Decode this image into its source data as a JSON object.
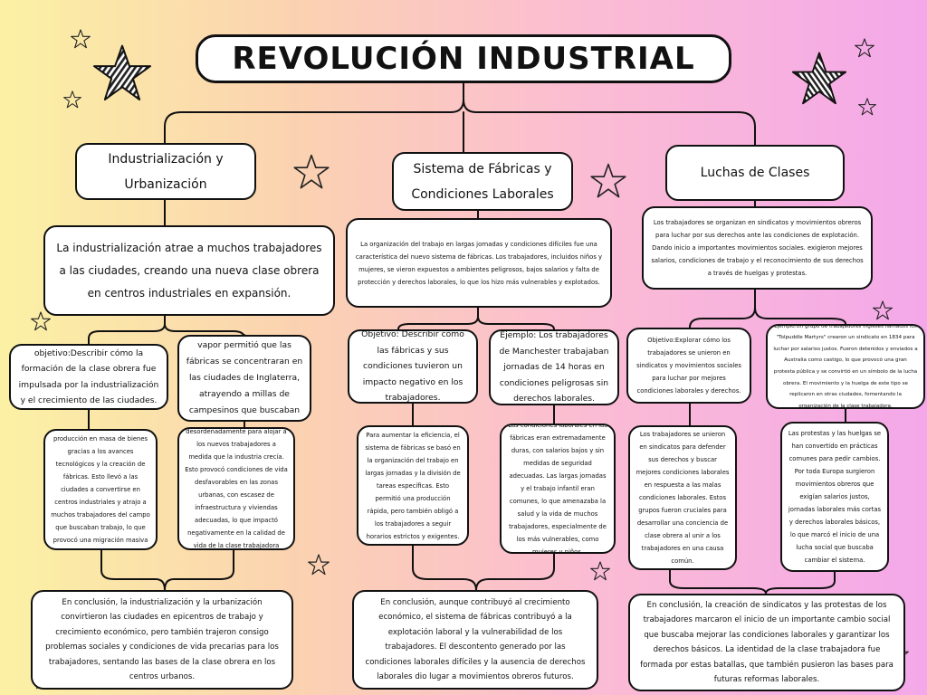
{
  "title": "REVOLUCIÓN INDUSTRIAL",
  "colors": {
    "background_start": "#fbf1a4",
    "background_end": "#f4a8ea",
    "box_fill": "#ffffff",
    "line": "#111111"
  },
  "icons": [
    "star-icon",
    "striped-star-icon"
  ],
  "columns": [
    {
      "header": "Industrialización y Urbanización",
      "summary": "La industrialización atrae a muchos trabajadores a las ciudades, creando una nueva clase obrera en centros industriales en expansión.",
      "objective": "objetivo:Describir cómo la formación de la clase obrera fue impulsada por la industrialización y el crecimiento de las ciudades.",
      "example": "Ejemplo: La máquina de vapor permitió que las fábricas se concentraran en las ciudades de Inglaterra, atrayendo a millas de campesinos que buscaban trabajo.",
      "detail_left": "La industrialización permitió la producción en masa de bienes gracias a los avances tecnológicos y la creación de fábricas. Esto llevó a las ciudades a convertirse en centros industriales y atrajo a muchos trabajadores del campo que buscaban trabajo, lo que provocó una migración masiva y un rápido crecimiento urbano.",
      "detail_right": "Las ciudades se expandieron desordenadamente para alojar a los nuevos trabajadores a medida que la industria crecía. Esto provocó condiciones de vida desfavorables en las zonas urbanas, con escasez de infraestructura y viviendas adecuadas, lo que impactó negativamente en la calidad de vida de la clase trabajadora emergente.",
      "conclusion": "En conclusión, la industrialización y la urbanización convirtieron las ciudades en epicentros de trabajo y crecimiento económico, pero también trajeron consigo problemas sociales y condiciones de vida precarias para los trabajadores, sentando las bases de la clase obrera en los centros urbanos."
    },
    {
      "header": "Sistema de Fábricas y Condiciones Laborales",
      "summary": "La organización del trabajo en largas jornadas y condiciones difíciles fue una característica del nuevo sistema de fábricas. Los trabajadores, incluidos niños y mujeres, se vieron expuestos a ambientes peligrosos, bajos salarios y falta de protección y derechos laborales, lo que los hizo más vulnerables y explotados.",
      "objective": "Objetivo: Describir cómo las fábricas y sus condiciones tuvieron un impacto negativo en los trabajadores.",
      "example": "Ejemplo: Los trabajadores de Manchester trabajaban jornadas de 14 horas en condiciones peligrosas sin derechos laborales.",
      "detail_left": "Para aumentar la eficiencia, el sistema de fábricas se basó en la organización del trabajo en largas jornadas y la división de tareas específicas. Esto permitió una producción rápida, pero también obligó a los trabajadores a seguir horarios estrictos y exigentes.",
      "detail_right": "Las condiciones laborales en las fábricas eran extremadamente duras, con salarios bajos y sin medidas de seguridad adecuadas. Las largas jornadas y el trabajo infantil eran comunes, lo que amenazaba la salud y la vida de muchos trabajadores, especialmente de los más vulnerables, como mujeres y niños.",
      "conclusion": "En conclusión, aunque contribuyó al crecimiento económico, el sistema de fábricas contribuyó a la explotación laboral y la vulnerabilidad de los trabajadores. El descontento generado por las condiciones laborales difíciles y la ausencia de derechos laborales dio lugar a movimientos obreros futuros."
    },
    {
      "header": "Luchas de Clases",
      "summary": "Los trabajadores se organizan en sindicatos y movimientos obreros para luchar por sus derechos ante las condiciones de explotación. Dando inicio a importantes movimientos sociales. exigieron mejores salarios, condiciones de trabajo y el reconocimiento de sus derechos a través de huelgas y protestas.",
      "objective": "Objetivo:Explorar cómo los trabajadores se unieron en sindicatos y movimientos sociales para luchar por mejores condiciones laborales y derechos.",
      "example": "Ejemplo:Un grupo de trabajadores ingleses llamados los \"Tolpuddle Martyrs\" crearon un sindicato en 1834 para luchar por salarios justos. Fueron detenidos y enviados a Australia como castigo, lo que provocó una gran protesta pública y se convirtió en un símbolo de la lucha obrera. El movimiento y la huelga de este tipo se replicaron en otras ciudades, fomentando la organización de la clase trabajadora.",
      "detail_left": "Los trabajadores se unieron en sindicatos para defender sus derechos y buscar mejores condiciones laborales en respuesta a las malas condiciones laborales. Estos grupos fueron cruciales para desarrollar una conciencia de clase obrera al unir a los trabajadores en una causa común.",
      "detail_right": "Las protestas y las huelgas se han convertido en prácticas comunes para pedir cambios. Por toda Europa surgieron movimientos obreros que exigían salarios justos, jornadas laborales más cortas y derechos laborales básicos, lo que marcó el inicio de una lucha social que buscaba cambiar el sistema.",
      "conclusion": "En conclusión, la creación de sindicatos y las protestas de los trabajadores marcaron el inicio de un importante cambio social que buscaba mejorar las condiciones laborales y garantizar los derechos básicos. La identidad de la clase trabajadora fue formada por estas batallas, que también pusieron las bases para futuras reformas laborales."
    }
  ]
}
